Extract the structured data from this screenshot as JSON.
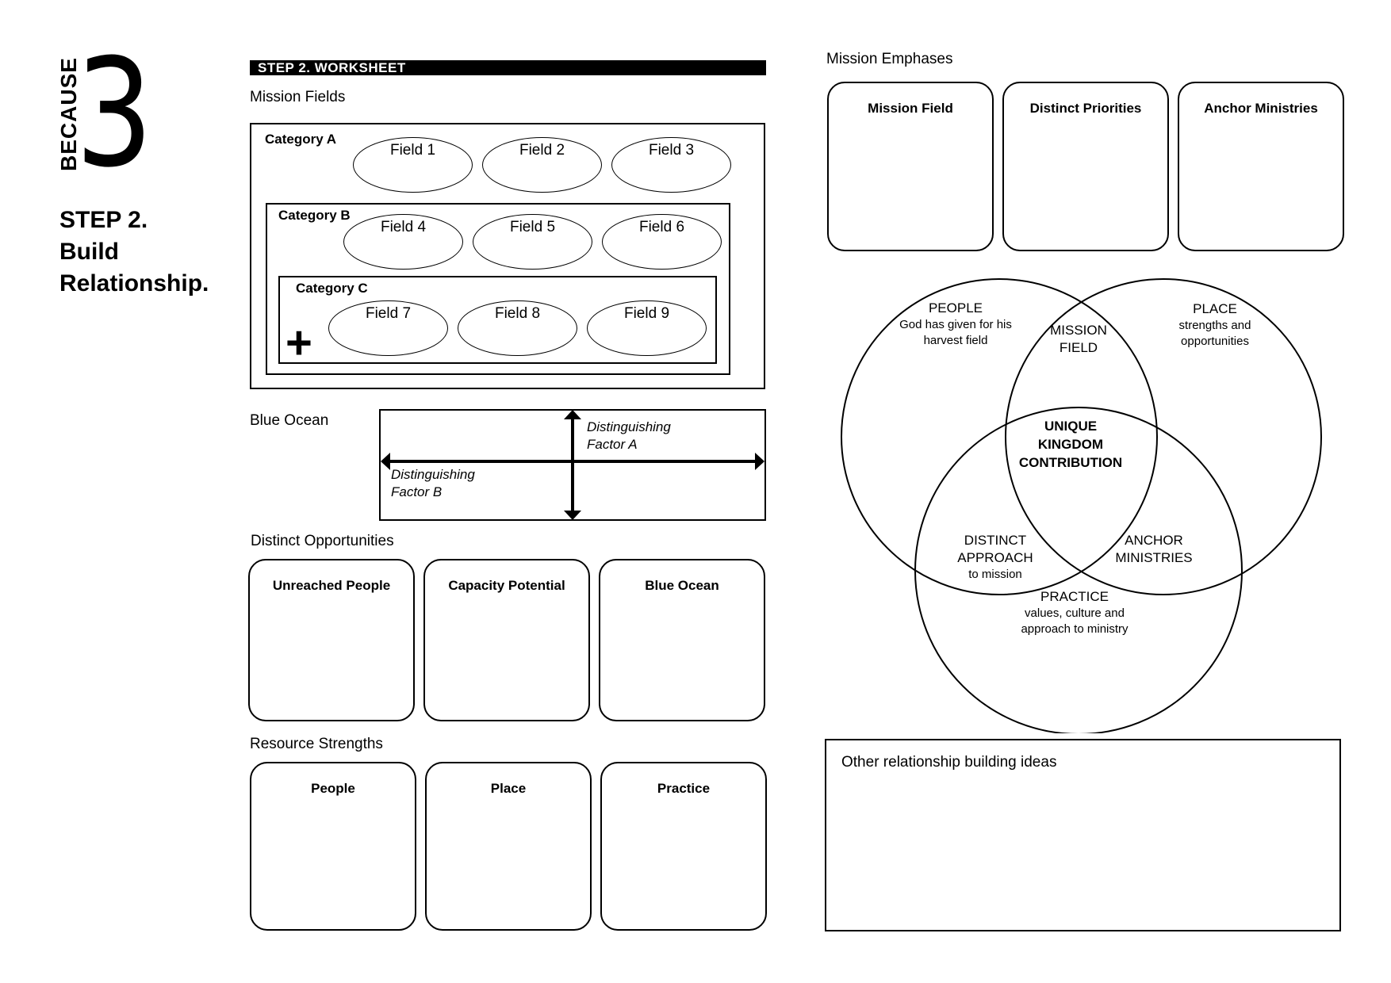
{
  "logo": {
    "word": "BECAUSE",
    "numeral": "3"
  },
  "step": {
    "line1": "STEP 2.",
    "line2": "Build",
    "line3": "Relationship."
  },
  "worksheet_banner": "STEP 2. WORKSHEET",
  "mission_fields": {
    "label": "Mission Fields",
    "categories": [
      {
        "label": "Category A",
        "fields": [
          "Field 1",
          "Field 2",
          "Field 3"
        ]
      },
      {
        "label": "Category B",
        "fields": [
          "Field 4",
          "Field 5",
          "Field 6"
        ]
      },
      {
        "label": "Category C",
        "fields": [
          "Field 7",
          "Field 8",
          "Field 9"
        ]
      }
    ],
    "plus_symbol": "+"
  },
  "blue_ocean": {
    "label": "Blue Ocean",
    "factor_a_line1": "Distinguishing",
    "factor_a_line2": "Factor A",
    "factor_b_line1": "Distinguishing",
    "factor_b_line2": "Factor B"
  },
  "distinct_opportunities": {
    "label": "Distinct Opportunities",
    "boxes": [
      "Unreached People",
      "Capacity Potential",
      "Blue Ocean"
    ]
  },
  "resource_strengths": {
    "label": "Resource Strengths",
    "boxes": [
      "People",
      "Place",
      "Practice"
    ]
  },
  "mission_emphases": {
    "label": "Mission Emphases",
    "boxes": [
      "Mission Field",
      "Distinct Priorities",
      "Anchor Ministries"
    ]
  },
  "venn": {
    "people_title": "PEOPLE",
    "people_sub1": "God has given for his",
    "people_sub2": "harvest field",
    "place_title": "PLACE",
    "place_sub1": "strengths and",
    "place_sub2": "opportunities",
    "practice_title": "PRACTICE",
    "practice_sub1": "values, culture and",
    "practice_sub2": "approach to ministry",
    "mission_field1": "MISSION",
    "mission_field2": "FIELD",
    "distinct1": "DISTINCT",
    "distinct2": "APPROACH",
    "distinct3": "to mission",
    "anchor1": "ANCHOR",
    "anchor2": "MINISTRIES",
    "center1": "UNIQUE",
    "center2": "KINGDOM",
    "center3": "CONTRIBUTION"
  },
  "other_ideas": {
    "label": "Other relationship building ideas"
  }
}
